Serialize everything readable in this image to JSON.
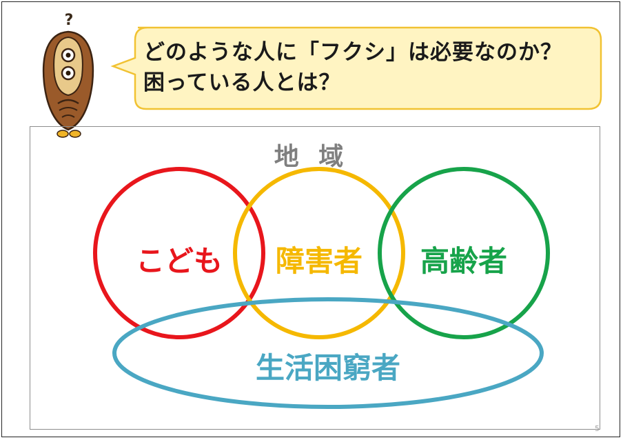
{
  "question": {
    "line1": "どのような人に「フクシ」は必要なのか？",
    "line2": "困っている人とは？"
  },
  "owl": {
    "mark": "?"
  },
  "region": {
    "title": "地 域"
  },
  "groups": {
    "children": {
      "label": "こども",
      "color": "#e8161c"
    },
    "disabled": {
      "label": "障害者",
      "color": "#f5b800"
    },
    "elderly": {
      "label": "高齢者",
      "color": "#17a34a"
    },
    "needy": {
      "label": "生活困窮者",
      "color": "#4aa7c3"
    }
  },
  "page_number": "5"
}
